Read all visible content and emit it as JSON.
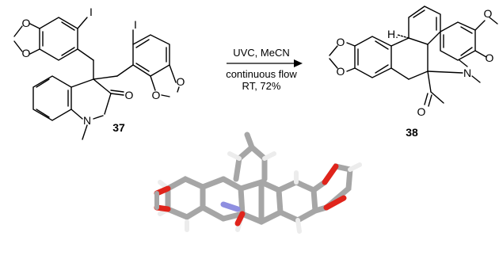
{
  "scheme": {
    "reagents_line": "UVC, MeCN",
    "conditions_line1": "continuous flow",
    "conditions_line2": "RT, 72%"
  },
  "compounds": {
    "sm_label": "37",
    "product_label": "38"
  },
  "atom_labels": {
    "iodine": "I",
    "oxygen": "O",
    "nitrogen": "N",
    "n_methyl": "N",
    "hydrogen": "H."
  },
  "colors": {
    "line": "#000000",
    "oxygen_red": "#e0241b",
    "nitrogen_blue": "#8f8fe0",
    "carbon_grey": "#a6a6a6",
    "hydrogen_white": "#ececec"
  }
}
